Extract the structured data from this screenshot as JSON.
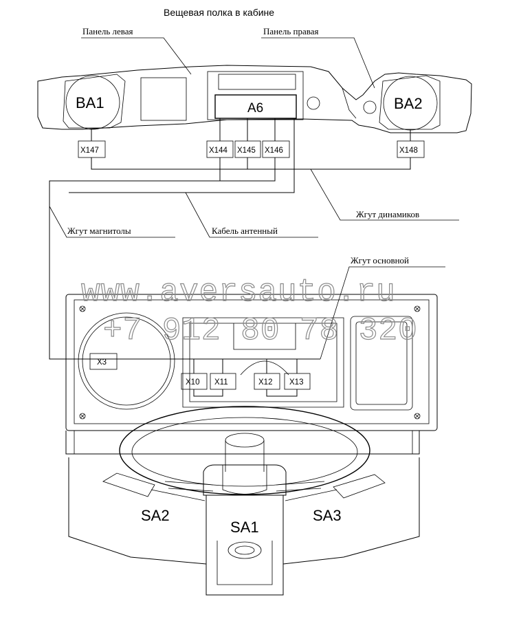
{
  "title": "Вещевая полка в кабине",
  "callouts": {
    "panel_left": "Панель левая",
    "panel_right": "Панель правая",
    "harness_speakers": "Жгут динамиков",
    "harness_radio": "Жгут магнитолы",
    "cable_antenna": "Кабель антенный",
    "harness_main": "Жгут основной"
  },
  "components": {
    "ba1": "BA1",
    "ba2": "BA2",
    "a6": "A6",
    "sa1": "SA1",
    "sa2": "SA2",
    "sa3": "SA3"
  },
  "connectors": {
    "x147": "X147",
    "x144": "X144",
    "x145": "X145",
    "x146": "X146",
    "x148": "X148",
    "x3": "X3",
    "x10": "X10",
    "x11": "X11",
    "x12": "X12",
    "x13": "X13"
  },
  "watermark": {
    "site": "www.aversauto.ru",
    "phone": "+7 912 80 78 320"
  }
}
